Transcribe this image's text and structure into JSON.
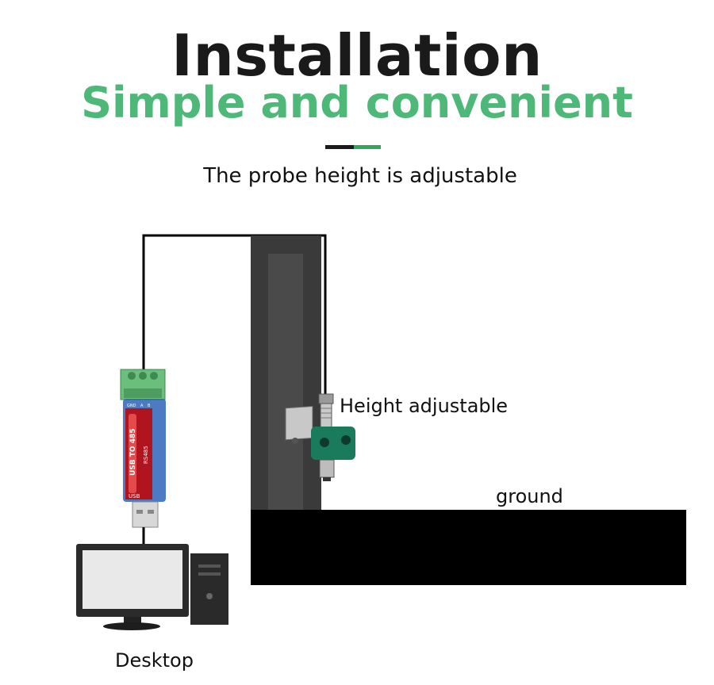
{
  "header": {
    "title": "Installation",
    "subtitle": "Simple and convenient",
    "caption": "The probe height is adjustable"
  },
  "labels": {
    "height_adjustable": "Height adjustable",
    "ground": "ground",
    "desktop": "Desktop"
  },
  "converter": {
    "device_name": "USB TO 485",
    "model": "RS485",
    "plug": "USB",
    "pins": [
      "GND",
      "A",
      "B"
    ]
  },
  "colors": {
    "title": "#1a1a1a",
    "accent_green": "#4db878",
    "pole": "#3a3a3a",
    "ground": "#000000",
    "probe_bracket": "#1a7a5c"
  }
}
